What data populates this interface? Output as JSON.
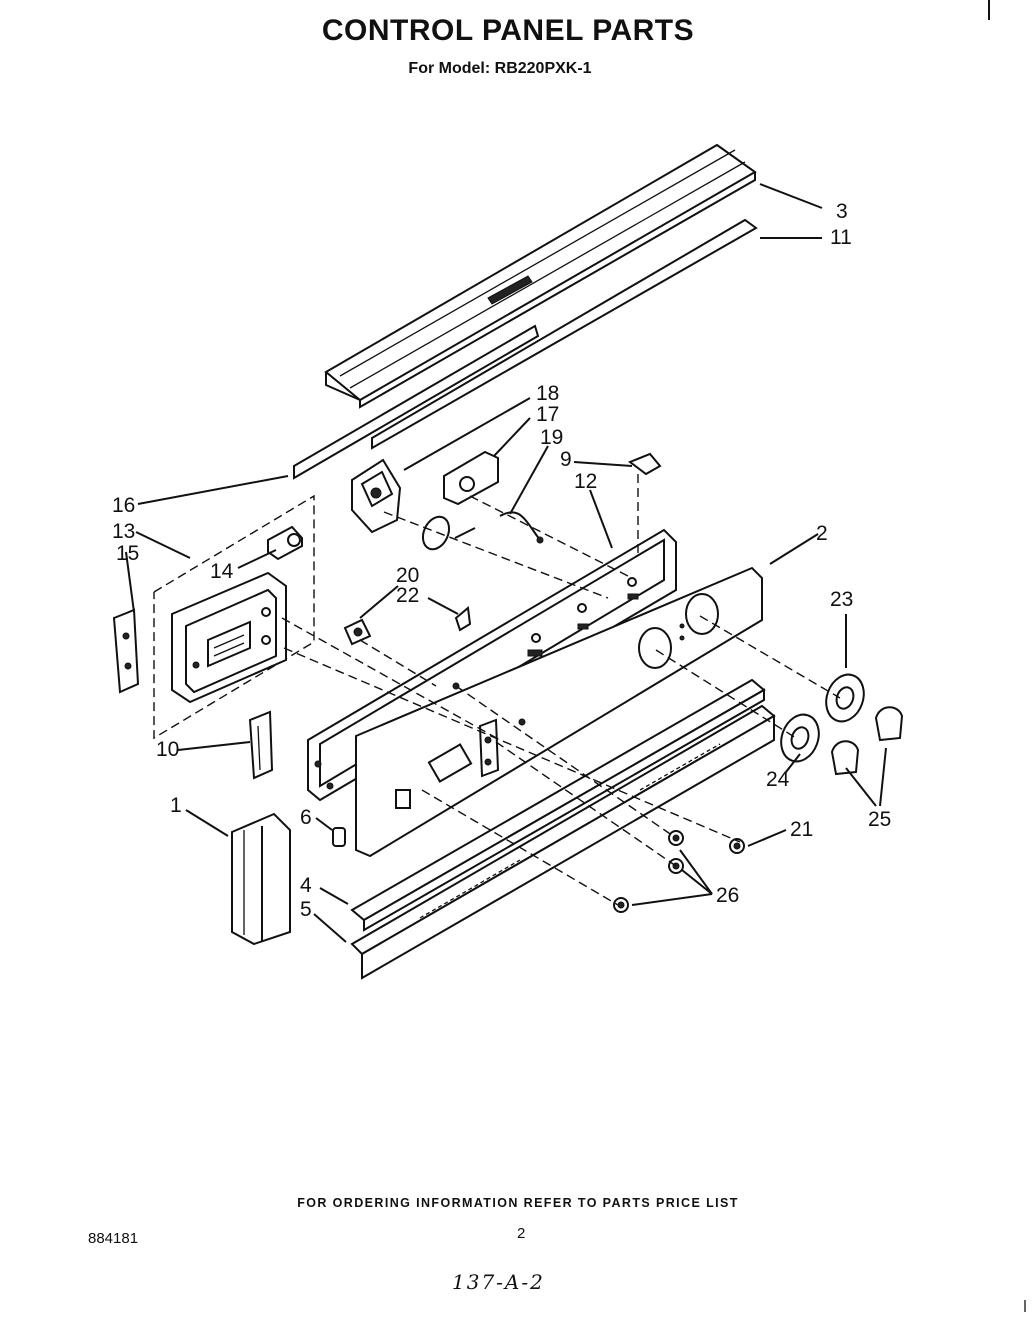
{
  "header": {
    "title": "CONTROL PANEL PARTS",
    "subtitle": "For Model: RB220PXK-1"
  },
  "diagram": {
    "part_labels": [
      "1",
      "2",
      "3",
      "4",
      "5",
      "6",
      "9",
      "10",
      "11",
      "12",
      "13",
      "14",
      "15",
      "16",
      "17",
      "18",
      "19",
      "20",
      "21",
      "22",
      "23",
      "24",
      "25",
      "26"
    ]
  },
  "footer": {
    "ordering_note": "FOR ORDERING INFORMATION REFER TO PARTS PRICE LIST",
    "page_number": "2",
    "document_number": "884181",
    "handwritten_code": "137-A-2"
  }
}
